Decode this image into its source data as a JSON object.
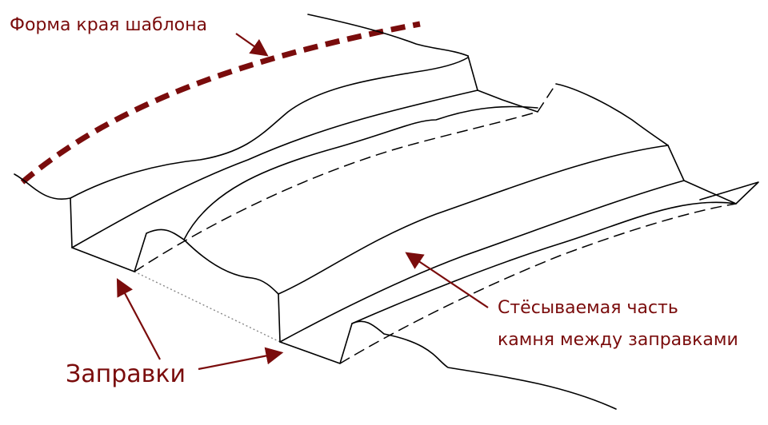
{
  "labels": {
    "template_edge": "Форма края шаблона",
    "removed_part_line1": "Стёсываемая часть",
    "removed_part_line2": "камня между заправками",
    "drafts": "Заправки"
  },
  "colors": {
    "accent": "#7a0c0c",
    "line": "#000000"
  }
}
